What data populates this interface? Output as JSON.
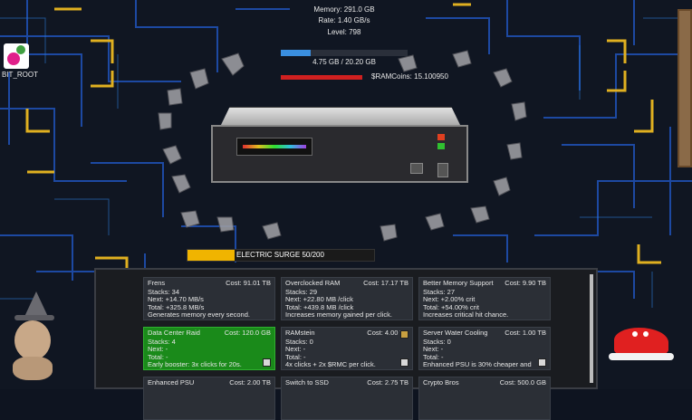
{
  "hud": {
    "memory": "Memory: 291.0 GB",
    "rate": "Rate: 1.40 GB/s",
    "level": "Level: 798",
    "progress_text": "4.75 GB / 20.20 GB",
    "progress_fraction": 0.235,
    "ramcoins_text": "$RAMCoins: 15.100950"
  },
  "player": {
    "name": "BIT_ROOT"
  },
  "surge": {
    "label": "ELECTRIC SURGE",
    "value": "50/200",
    "fraction": 0.25
  },
  "upgrades": [
    {
      "title": "Frens",
      "cost": "Cost: 91.01 TB",
      "lines": [
        "Stacks: 34",
        "Next: +14.70 MB/s",
        "Total: +325.8 MB/s",
        "Generates memory every second."
      ],
      "green": false
    },
    {
      "title": "Overclocked RAM",
      "cost": "Cost: 17.17 TB",
      "lines": [
        "Stacks: 29",
        "Next: +22.80 MB /click",
        "Total: +439.8 MB /click",
        "Increases memory gained per click."
      ],
      "green": false
    },
    {
      "title": "Better Memory Support",
      "cost": "Cost: 9.90 TB",
      "lines": [
        "Stacks: 27",
        "Next: +2.00% crit",
        "Total: +54.00% crit",
        "Increases critical hit chance."
      ],
      "green": false
    },
    {
      "title": "Data Center Raid",
      "cost": "Cost: 120.0 GB",
      "lines": [
        "Stacks: 4",
        "Next: -",
        "Total: -",
        "Early booster: 3x clicks for 20s."
      ],
      "green": true
    },
    {
      "title": "RAMstein",
      "cost": "Cost: 4.00 TB",
      "lines": [
        "Stacks: 0",
        "Next: -",
        "Total: -",
        "4x clicks + 2x $RMC per click."
      ],
      "green": false
    },
    {
      "title": "Server Water Cooling",
      "cost": "Cost: 1.00 TB",
      "lines": [
        "Stacks: 0",
        "Next: -",
        "Total: -",
        "Enhanced PSU is 30% cheaper and"
      ],
      "green": false
    },
    {
      "title": "Enhanced PSU",
      "cost": "Cost: 2.00 TB",
      "lines": [],
      "green": false
    },
    {
      "title": "Switch to SSD",
      "cost": "Cost: 2.75 TB",
      "lines": [],
      "green": false
    },
    {
      "title": "Crypto Bros",
      "cost": "Cost: 500.0 GB",
      "lines": [],
      "green": false
    }
  ],
  "colors": {
    "surge_fill": "#f0b400",
    "progress_fill": "#3a8fe0",
    "ramcoin_bar": "#d02020",
    "green_card": "#1a8a1a"
  }
}
